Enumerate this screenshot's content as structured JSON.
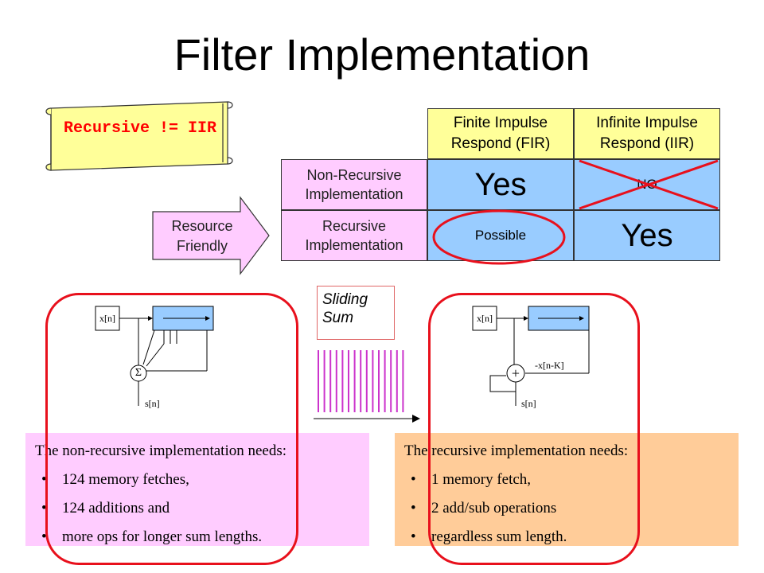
{
  "title": "Filter Implementation",
  "scroll_note": "Recursive != IIR",
  "table": {
    "col_fir": "Finite Impulse Respond (FIR)",
    "col_iir": "Infinite Impulse Respond (IIR)",
    "row_nonrec": "Non-Recursive Implementation",
    "row_rec": "Recursive Implementation",
    "nonrec_fir": "Yes",
    "nonrec_iir": "NO",
    "rec_fir": "Possible",
    "rec_iir": "Yes"
  },
  "arrow_label": "Resource Friendly",
  "sliding_sum_label": "Sliding Sum",
  "left_diagram": {
    "input": "x[n]",
    "sum_symbol": "Σ",
    "output": "s[n]"
  },
  "right_diagram": {
    "input": "x[n]",
    "adder_symbol": "+",
    "feedback": "-x[n-K]",
    "output": "s[n]"
  },
  "left_panel": {
    "heading": "The non-recursive implementation needs:",
    "bullets": [
      "124 memory fetches,",
      "124 additions and",
      "more ops for longer sum lengths."
    ]
  },
  "right_panel": {
    "heading": "The recursive implementation needs:",
    "bullets": [
      "1 memory fetch,",
      "2 add/sub operations",
      "regardless sum length."
    ]
  },
  "colors": {
    "header_yellow": "#ffff99",
    "row_pink": "#ffccff",
    "cell_blue": "#99ccff",
    "left_panel_bg": "#ffccff",
    "right_panel_bg": "#ffcc99",
    "highlight_red": "#e8101c",
    "pulse_magenta": "#cc33cc"
  }
}
